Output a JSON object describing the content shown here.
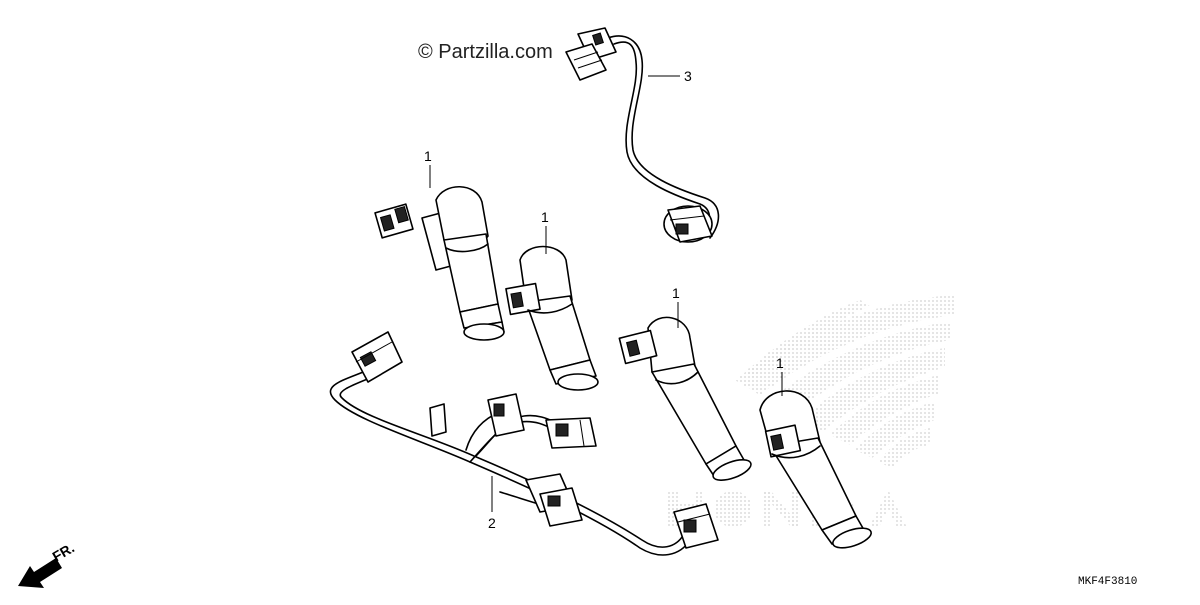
{
  "watermark": "© Partzilla.com",
  "diagram_code": "MKF4F3810",
  "direction_label": "FR.",
  "callouts": [
    {
      "id": "coil-a",
      "number": "1"
    },
    {
      "id": "coil-b",
      "number": "1"
    },
    {
      "id": "coil-c",
      "number": "1"
    },
    {
      "id": "coil-d",
      "number": "1"
    },
    {
      "id": "harness",
      "number": "2"
    },
    {
      "id": "sub-cord",
      "number": "3"
    }
  ],
  "brand_mark_icon": "honda-wing-logo-icon",
  "direction_icon": "front-arrow-icon"
}
